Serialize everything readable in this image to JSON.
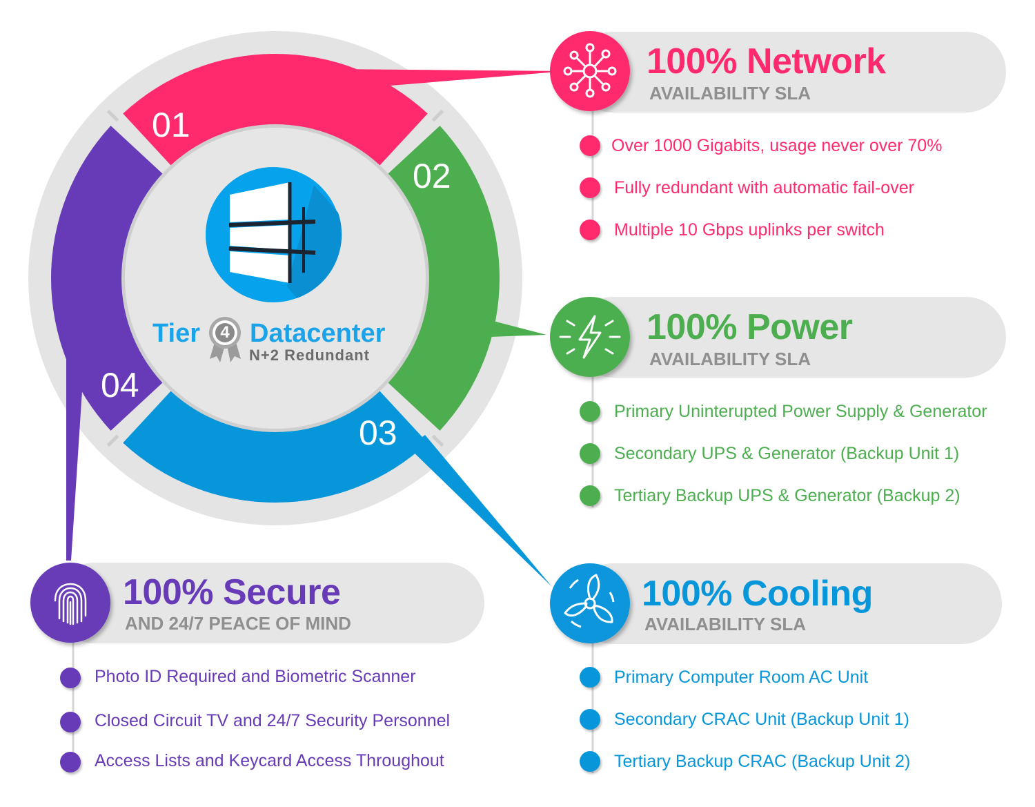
{
  "colors": {
    "network": "#ff2a6d",
    "power": "#4cae4f",
    "cooling": "#0896db",
    "secure": "#673ab7",
    "bar": "#e6e6e6",
    "ring_bg": "#e4e4e4",
    "subtext": "#8f8f8f"
  },
  "ring": {
    "segments": [
      {
        "number": "01",
        "color": "#ff2a6d"
      },
      {
        "number": "02",
        "color": "#4cae4f"
      },
      {
        "number": "03",
        "color": "#0896db"
      },
      {
        "number": "04",
        "color": "#673ab7"
      }
    ]
  },
  "center": {
    "logo_icon": "datacenter-building-icon",
    "badge_icon": "award-badge-icon",
    "tier_word": "Tier",
    "tier_number": "4",
    "datacenter_word": "Datacenter",
    "redundancy": "N+2 Redundant"
  },
  "panels": {
    "network": {
      "icon": "network-nodes-icon",
      "title": "100% Network",
      "subtitle": "AVAILABILITY SLA",
      "items": [
        "Over 1000 Gigabits, usage never over 70%",
        "Fully redundant with automatic fail-over",
        "Multiple 10 Gbps uplinks per switch"
      ]
    },
    "power": {
      "icon": "lightning-bolt-icon",
      "title": "100% Power",
      "subtitle": "AVAILABILITY SLA",
      "items": [
        "Primary Uninterupted Power Supply & Generator",
        "Secondary UPS & Generator (Backup Unit 1)",
        "Tertiary Backup UPS & Generator (Backup 2)"
      ]
    },
    "cooling": {
      "icon": "fan-icon",
      "title": "100% Cooling",
      "subtitle": "AVAILABILITY SLA",
      "items": [
        "Primary Computer Room AC Unit",
        "Secondary CRAC Unit (Backup Unit 1)",
        "Tertiary Backup CRAC (Backup Unit 2)"
      ]
    },
    "secure": {
      "icon": "fingerprint-icon",
      "title": "100% Secure",
      "subtitle": "AND 24/7 PEACE OF MIND",
      "items": [
        "Photo ID Required and Biometric Scanner",
        "Closed Circuit TV and 24/7 Security Personnel",
        "Access Lists and Keycard Access Throughout"
      ]
    }
  }
}
